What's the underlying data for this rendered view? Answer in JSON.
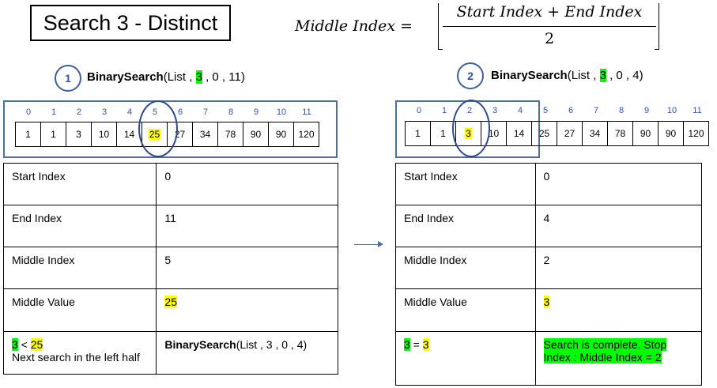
{
  "title": "Search 3 - Distinct",
  "formula": {
    "lhs": "Middle Index =",
    "numerator": "Start Index + End Index",
    "denominator": "2"
  },
  "steps": [
    {
      "number": "1",
      "call": {
        "name": "BinarySearch",
        "open": "(List , ",
        "target": "3",
        "rest": " , 0 , 11)"
      },
      "indices": [
        "0",
        "1",
        "2",
        "3",
        "4",
        "5",
        "6",
        "7",
        "8",
        "9",
        "10",
        "11"
      ],
      "values": [
        "1",
        "1",
        "3",
        "10",
        "14",
        "25",
        "27",
        "34",
        "78",
        "90",
        "90",
        "120"
      ],
      "highlight_index": 5,
      "rows": [
        {
          "label": "Start Index",
          "value": "0"
        },
        {
          "label": "End Index",
          "value": "11"
        },
        {
          "label": "Middle Index",
          "value": "5"
        },
        {
          "label": "Middle Value",
          "value": "25"
        }
      ],
      "compare": {
        "left": "3",
        "op": " < ",
        "right": "25",
        "note": "Next search in the left half"
      },
      "next_call": {
        "name": "BinarySearch",
        "args": "(List , 3 , 0 , 4)"
      }
    },
    {
      "number": "2",
      "call": {
        "name": "BinarySearch",
        "open": "(List , ",
        "target": "3",
        "rest": " , 0 , 4)"
      },
      "indices": [
        "0",
        "1",
        "2",
        "3",
        "4",
        "5",
        "6",
        "7",
        "8",
        "9",
        "10",
        "11"
      ],
      "values": [
        "1",
        "1",
        "3",
        "10",
        "14",
        "25",
        "27",
        "34",
        "78",
        "90",
        "90",
        "120"
      ],
      "highlight_index": 2,
      "rows": [
        {
          "label": "Start Index",
          "value": "0"
        },
        {
          "label": "End Index",
          "value": "4"
        },
        {
          "label": "Middle Index",
          "value": "2"
        },
        {
          "label": "Middle Value",
          "value": "3"
        }
      ],
      "compare": {
        "left": "3",
        "op": " = ",
        "right": "3"
      },
      "result": {
        "line1": "Search is complete. Stop",
        "line2": "Index : Middle Index = 2"
      }
    }
  ],
  "colors": {
    "highlight_yellow": "#ffff00",
    "highlight_green": "#00ff00",
    "frame_blue": "#4a6fa8"
  }
}
